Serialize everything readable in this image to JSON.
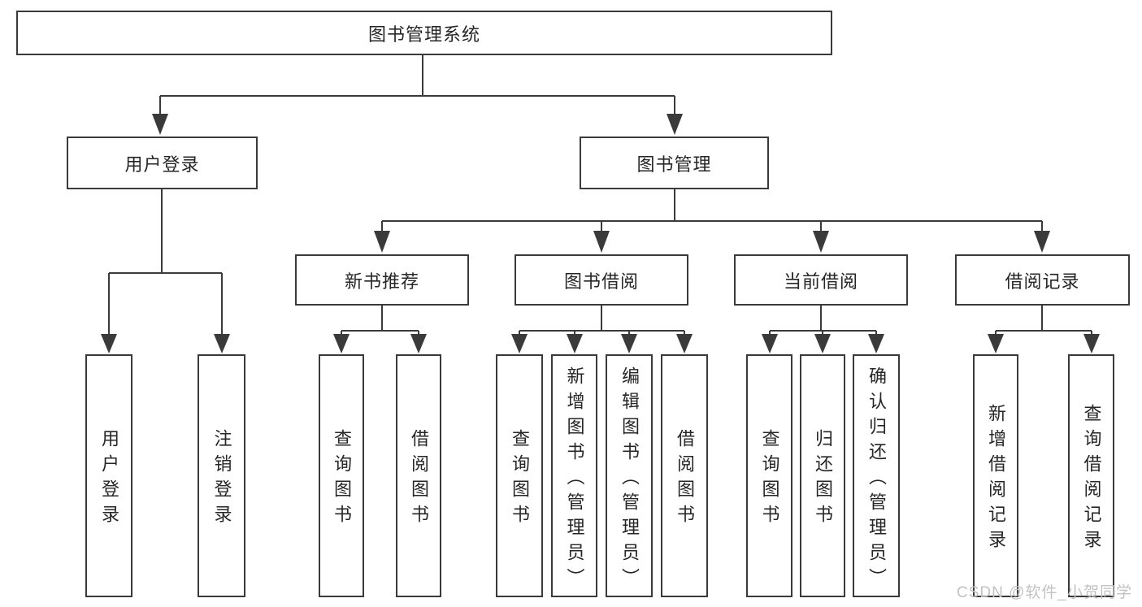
{
  "diagram": {
    "type": "hierarchy-tree",
    "tree": {
      "root": {
        "label": "图书管理系统",
        "children": [
          {
            "label": "用户登录",
            "children": [
              {
                "label": "用户登录"
              },
              {
                "label": "注销登录"
              }
            ]
          },
          {
            "label": "图书管理",
            "children": [
              {
                "label": "新书推荐",
                "children": [
                  {
                    "label": "查询图书"
                  },
                  {
                    "label": "借阅图书"
                  }
                ]
              },
              {
                "label": "图书借阅",
                "children": [
                  {
                    "label": "查询图书"
                  },
                  {
                    "label": "新增图书（管理员）"
                  },
                  {
                    "label": "编辑图书（管理员）"
                  },
                  {
                    "label": "借阅图书"
                  }
                ]
              },
              {
                "label": "当前借阅",
                "children": [
                  {
                    "label": "查询图书"
                  },
                  {
                    "label": "归还图书"
                  },
                  {
                    "label": "确认归还（管理员）"
                  }
                ]
              },
              {
                "label": "借阅记录",
                "children": [
                  {
                    "label": "新增借阅记录"
                  },
                  {
                    "label": "查询借阅记录"
                  }
                ]
              }
            ]
          }
        ]
      }
    },
    "colors": {
      "line": "#3a3a3a",
      "text": "#262626",
      "box_background": "#ffffff",
      "watermark": "#c2c2c2"
    }
  },
  "watermark": "CSDN @软件_小贺同学"
}
